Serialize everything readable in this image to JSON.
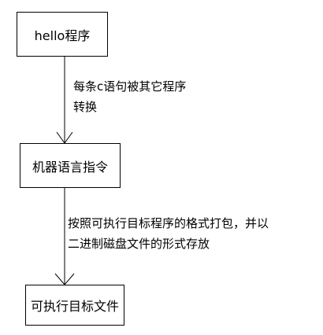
{
  "diagram": {
    "nodes": {
      "hello": "hello程序",
      "machine": "机器语言指令",
      "exec": "可执行目标文件"
    },
    "edges": {
      "hello_to_machine": {
        "line1": "每条c语句被其它程序",
        "line2": "转换"
      },
      "machine_to_exec": {
        "line1": "按照可执行目标程序的格式打包，并以",
        "line2": "二进制磁盘文件的形式存放"
      }
    },
    "colors": {
      "stroke": "#000000",
      "background": "#ffffff"
    }
  }
}
